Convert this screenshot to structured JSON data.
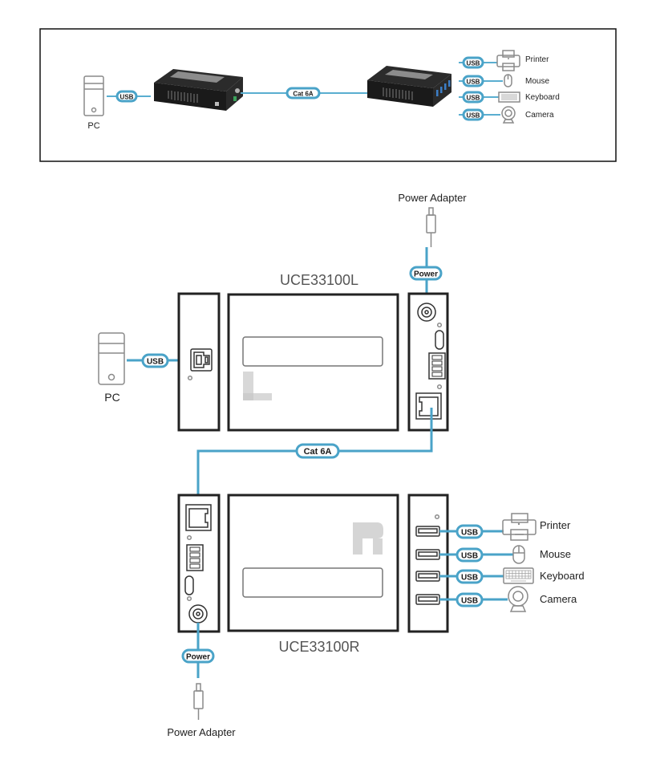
{
  "overview": {
    "pc_label": "PC",
    "usb_label": "USB",
    "cable_label": "Cat 6A",
    "devices": [
      {
        "name": "Printer",
        "link": "USB"
      },
      {
        "name": "Mouse",
        "link": "USB"
      },
      {
        "name": "Keyboard",
        "link": "USB"
      },
      {
        "name": "Camera",
        "link": "USB"
      }
    ]
  },
  "detail": {
    "local_unit": {
      "model": "UCE33100L",
      "power_adapter_label": "Power Adapter",
      "power_badge": "Power",
      "pc_label": "PC",
      "usb_badge": "USB"
    },
    "cable_label": "Cat 6A",
    "remote_unit": {
      "model": "UCE33100R",
      "power_adapter_label": "Power Adapter",
      "power_badge": "Power",
      "devices": [
        {
          "name": "Printer",
          "link": "USB"
        },
        {
          "name": "Mouse",
          "link": "USB"
        },
        {
          "name": "Keyboard",
          "link": "USB"
        },
        {
          "name": "Camera",
          "link": "USB"
        }
      ]
    }
  },
  "colors": {
    "cable": "#4aa3c8",
    "outline": "#222222",
    "icon_grey": "#8a8a8a"
  }
}
